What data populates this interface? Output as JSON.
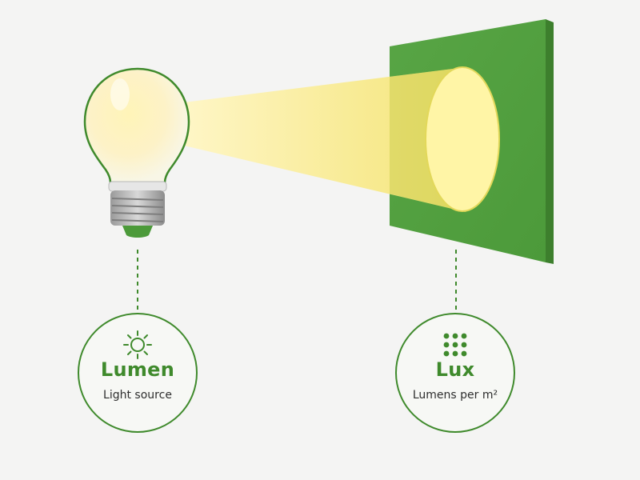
{
  "lumen": {
    "title": "Lumen",
    "subtitle": "Light source",
    "icon": "sun-icon"
  },
  "lux": {
    "title": "Lux",
    "subtitle": "Lumens per m²",
    "icon": "dot-grid-icon"
  },
  "colors": {
    "accent_green": "#3f8a2c",
    "panel_green": "#5aa447",
    "light_yellow": "#fff4a8",
    "background": "#f4f4f3"
  }
}
